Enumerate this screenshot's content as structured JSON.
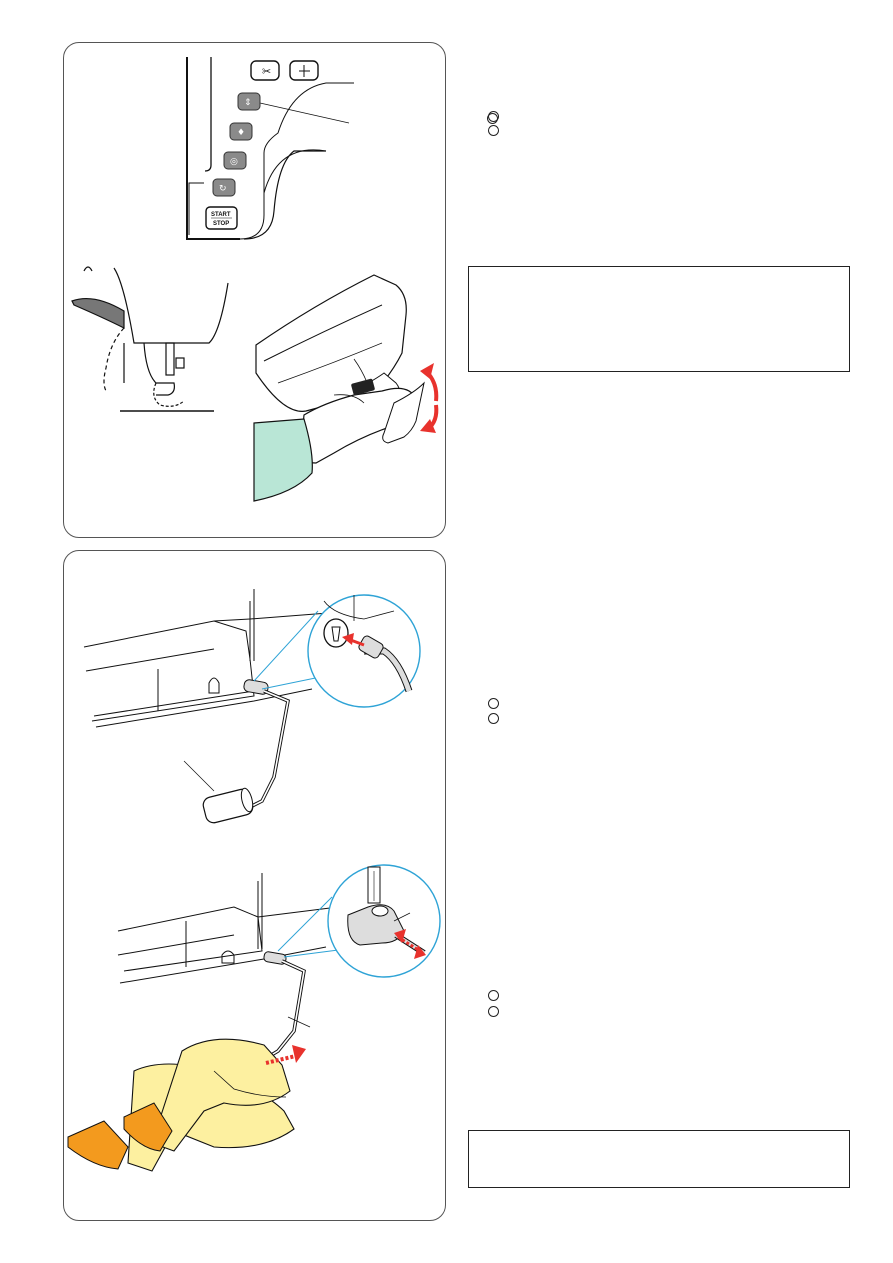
{
  "top_panel": {
    "start_stop_button": {
      "line1": "START",
      "line2": "STOP"
    },
    "buttons": [
      {
        "icon": "thread-cutter-icon"
      },
      {
        "icon": "needle-up-down-icon"
      },
      {
        "icon": "presser-foot-lifter-icon"
      },
      {
        "icon": "locking-stitch-icon"
      },
      {
        "icon": "auto-lock-icon"
      },
      {
        "icon": "reverse-stitch-icon"
      }
    ]
  },
  "colors": {
    "sleeve": "#b9e6d6",
    "arrow_red": "#e8322d",
    "leg": "#fdf0a0",
    "shoe": "#f39a1e",
    "callout_blue": "#2ea3d6",
    "button_gray": "#8a8a8a"
  },
  "bottom_panel": {
    "top_illustration": "knee-lifter-insert",
    "bottom_illustration": "knee-lifter-adjust"
  }
}
